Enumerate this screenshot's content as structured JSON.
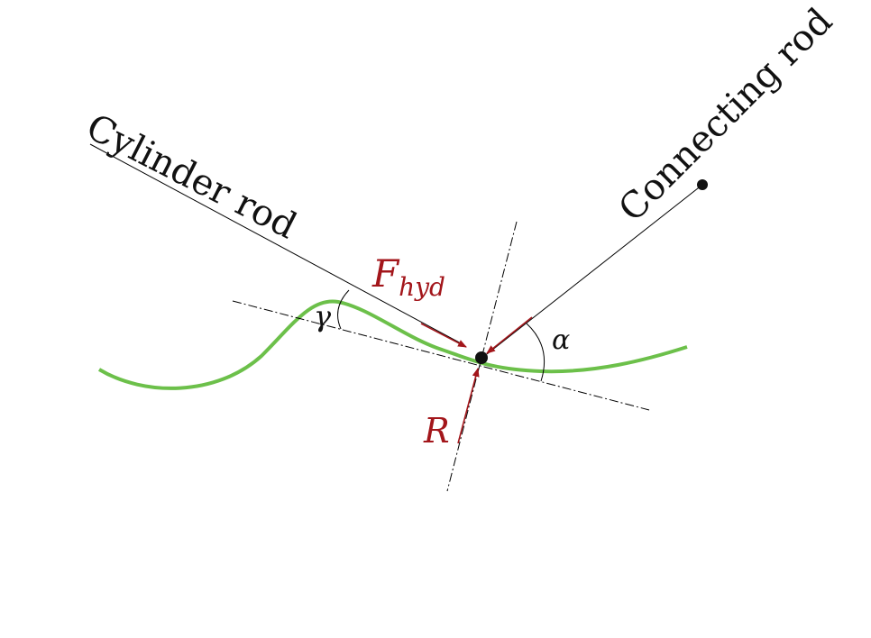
{
  "labels": {
    "cylinder_rod": "Cylinder rod",
    "connecting_rod": "Connecting rod",
    "force_hydraulic_main": "F",
    "force_hydraulic_sub": "hyd",
    "reaction_force": "R",
    "angle_gamma": "γ",
    "angle_alpha": "α"
  },
  "colors": {
    "curve": "#6cc04a",
    "force": "#a3161b",
    "line": "#000000",
    "text": "#111111"
  }
}
